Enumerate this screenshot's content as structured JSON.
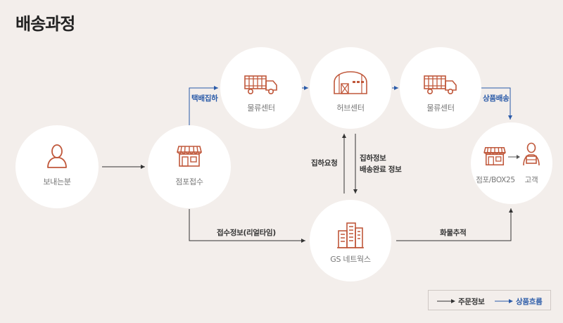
{
  "title": "배송과정",
  "nodes": {
    "sender": "보내는분",
    "store_receive": "점포접수",
    "logistics_center_1": "물류센터",
    "hub_center": "허브센터",
    "logistics_center_2": "물류센터",
    "gs_networks": "GS 네트웍스",
    "store_box25": "점포/BOX25",
    "customer": "고객"
  },
  "edge_labels": {
    "parcel_pickup": "택배집하",
    "product_delivery": "상품배송",
    "pickup_request": "집하요청",
    "pickup_info": "집하정보",
    "delivery_complete_info": "배송완료 정보",
    "receipt_info_realtime": "접수정보(리얼타임)",
    "cargo_tracking": "화물추적"
  },
  "legend": {
    "order_info": "주문정보",
    "product_flow": "상품흐름"
  },
  "colors": {
    "icon": "#c0583b",
    "order_line": "#333333",
    "product_line": "#2a5aa8",
    "background": "#f3eeeb"
  }
}
